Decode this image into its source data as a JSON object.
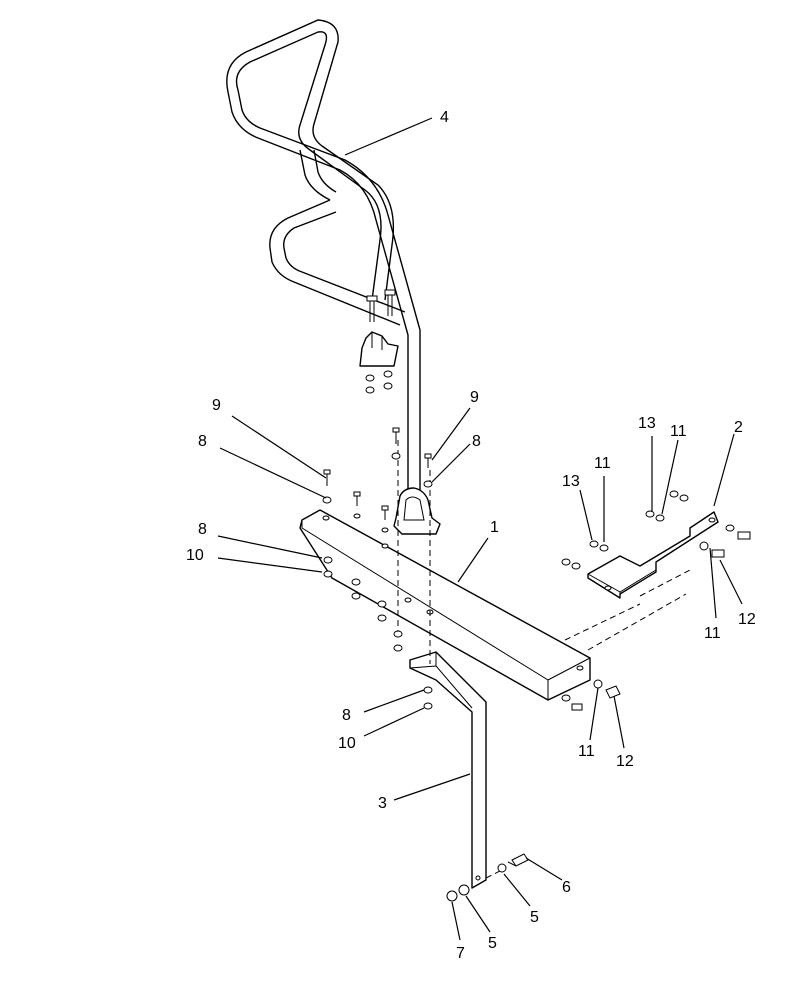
{
  "callouts": [
    {
      "id": "c1",
      "text": "1"
    },
    {
      "id": "c2",
      "text": "2"
    },
    {
      "id": "c3",
      "text": "3"
    },
    {
      "id": "c4",
      "text": "4"
    },
    {
      "id": "c5a",
      "text": "5"
    },
    {
      "id": "c5b",
      "text": "5"
    },
    {
      "id": "c6",
      "text": "6"
    },
    {
      "id": "c7",
      "text": "7"
    },
    {
      "id": "c8a",
      "text": "8"
    },
    {
      "id": "c8b",
      "text": "8"
    },
    {
      "id": "c8c",
      "text": "8"
    },
    {
      "id": "c8d",
      "text": "8"
    },
    {
      "id": "c9a",
      "text": "9"
    },
    {
      "id": "c9b",
      "text": "9"
    },
    {
      "id": "c10a",
      "text": "10"
    },
    {
      "id": "c10b",
      "text": "10"
    },
    {
      "id": "c11a",
      "text": "11"
    },
    {
      "id": "c11b",
      "text": "11"
    },
    {
      "id": "c11c",
      "text": "11"
    },
    {
      "id": "c11d",
      "text": "11"
    },
    {
      "id": "c12a",
      "text": "12"
    },
    {
      "id": "c12b",
      "text": "12"
    },
    {
      "id": "c13a",
      "text": "13"
    },
    {
      "id": "c13b",
      "text": "13"
    }
  ]
}
